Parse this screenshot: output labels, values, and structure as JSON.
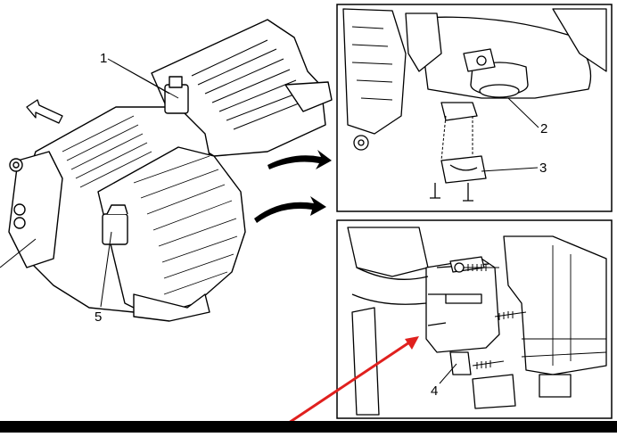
{
  "callouts": {
    "c1": "1",
    "c2": "2",
    "c3": "3",
    "c4": "4",
    "c5": "5"
  },
  "colors": {
    "ink": "#000000",
    "paper": "#ffffff",
    "pointer_arrow": "#e0201e",
    "bottom_bar": "#000000"
  },
  "icons": [
    "forward-direction-arrow-icon",
    "view-arrow-icon",
    "red-pointer-arrow-icon"
  ]
}
